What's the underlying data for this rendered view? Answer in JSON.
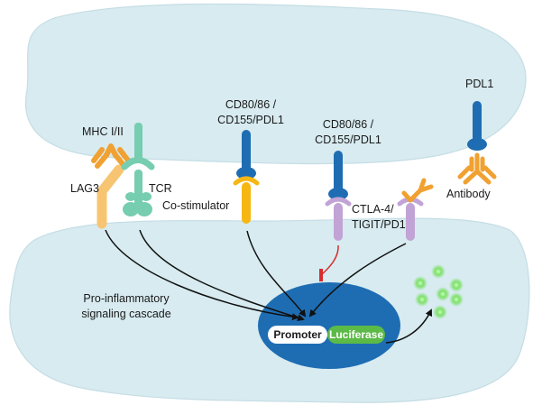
{
  "labels": {
    "mhc": "MHC I/II",
    "lag3": "LAG3",
    "tcr": "TCR",
    "costim_ligand_line1": "CD80/86 /",
    "costim_ligand_line2": "CD155/PDL1",
    "costim_receptor": "Co-stimulator",
    "inhib_ligand_line1": "CD80/86 /",
    "inhib_ligand_line2": "CD155/PDL1",
    "inhib_receptor_line1": "CTLA-4/",
    "inhib_receptor_line2": "TIGIT/PD1",
    "pdl1": "PDL1",
    "antibody": "Antibody",
    "cascade_line1": "Pro-inflammatory",
    "cascade_line2": "signaling cascade",
    "promoter": "Promoter",
    "luciferase": "Luciferase"
  },
  "colors": {
    "cell_fill": "#d7ebf0",
    "cell_stroke": "#c5dde4",
    "nucleus": "#1e6db3",
    "ligand_blue": "#1e6db3",
    "lag3_orange": "#f7c572",
    "tcr_green": "#76cdb0",
    "costim_yellow": "#f6b713",
    "inhib_purple": "#c2a3d6",
    "antibody_orange": "#f0a131",
    "inhibit_red": "#d92b2b",
    "luciferase_green": "#5cba47",
    "glow_green": "#7ee06a"
  }
}
